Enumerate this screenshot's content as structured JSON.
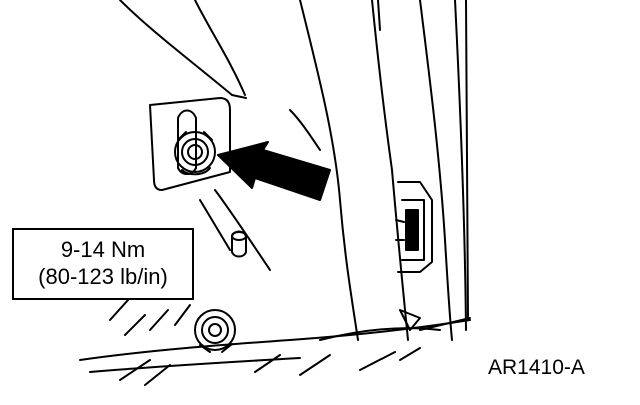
{
  "torque_spec": {
    "metric": "9-14 Nm",
    "imperial": "(80-123 lb/in)"
  },
  "figure_id": "AR1410-A",
  "colors": {
    "line": "#000000",
    "background": "#ffffff"
  },
  "icons": [
    "bolt",
    "arrow",
    "clip"
  ]
}
